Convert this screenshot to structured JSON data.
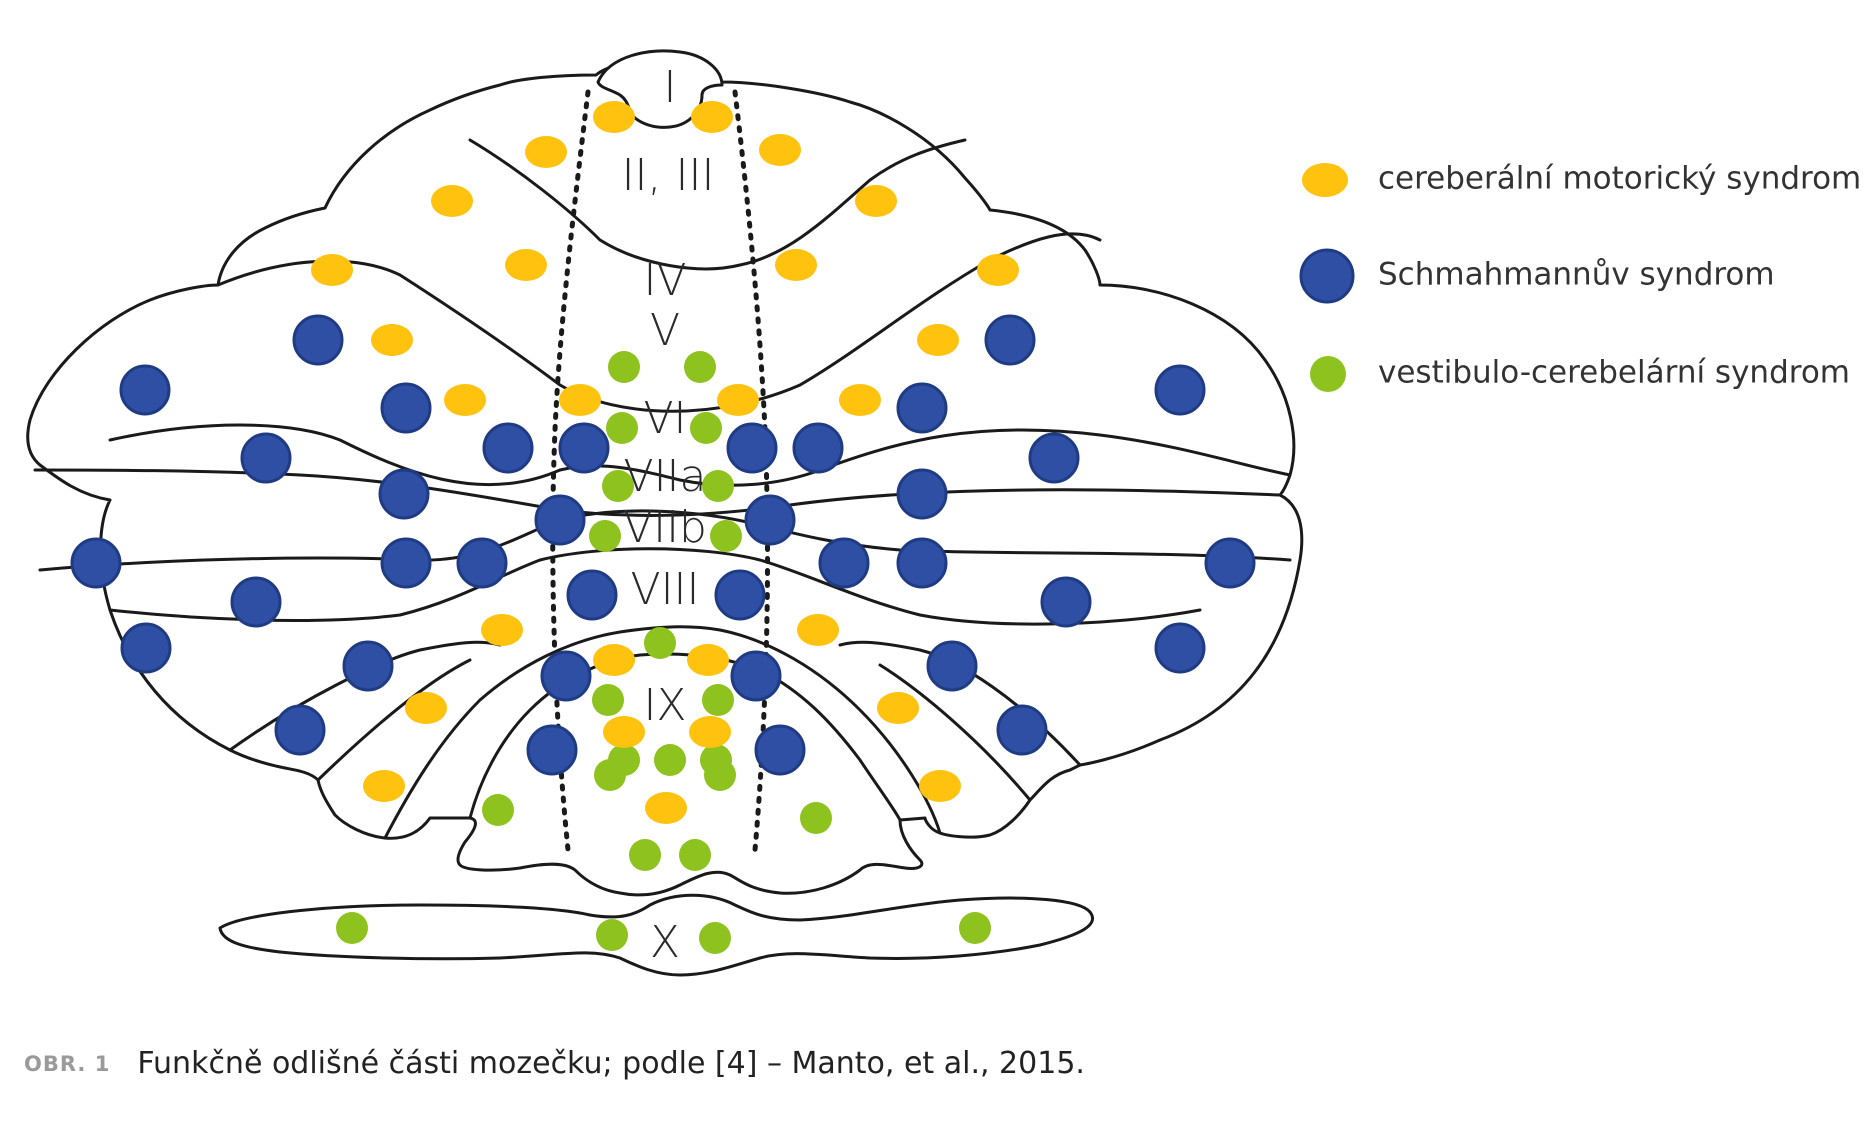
{
  "colors": {
    "motor": "#FFC20E",
    "schmahmann": "#2E4FA3",
    "vestibular": "#8DC21F",
    "outline": "#1a1a1a"
  },
  "legend": [
    {
      "key": "motor",
      "label": "cereberální motorický syndrom"
    },
    {
      "key": "schmahmann",
      "label": "Schmahmannův syndrom"
    },
    {
      "key": "vestibular",
      "label": "vestibulo-cerebelární syndrom"
    }
  ],
  "lobules": [
    "I",
    "II, III",
    "IV",
    "V",
    "VI",
    "VIIa",
    "VIIb",
    "VIII",
    "IX",
    "X"
  ],
  "caption": {
    "label": "OBR. 1",
    "text": "Funkčně odlišné části mozečku; podle [4] – Manto, et al., 2015."
  }
}
